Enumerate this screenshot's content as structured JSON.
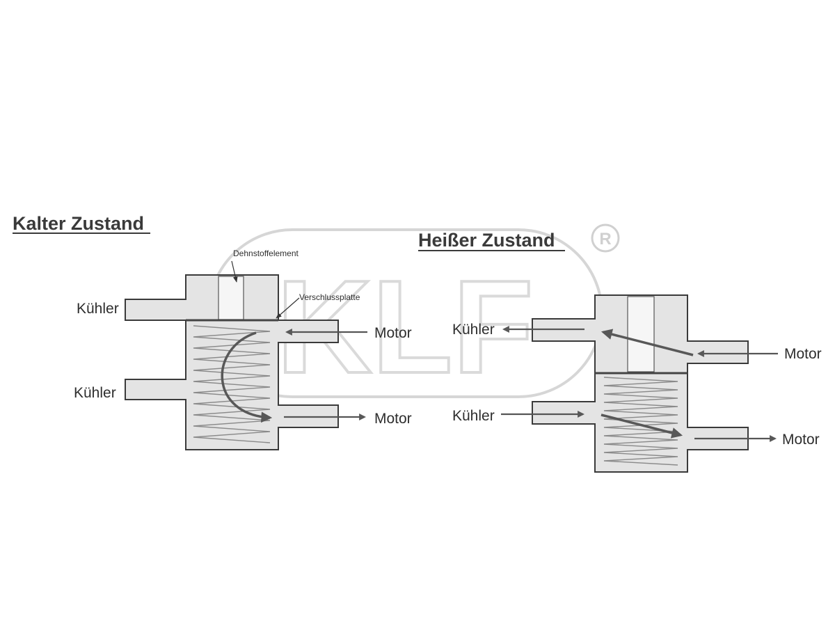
{
  "cold": {
    "title": "Kalter Zustand",
    "label_element": "Dehnstoffelement",
    "label_plate": "Verschlussplatte",
    "port_radiator_top": "Kühler",
    "port_radiator_bottom": "Kühler",
    "port_engine_top": "Motor",
    "port_engine_bottom": "Motor"
  },
  "hot": {
    "title": "Heißer Zustand",
    "port_radiator_top": "Kühler",
    "port_radiator_bottom": "Kühler",
    "port_engine_top": "Motor",
    "port_engine_bottom": "Motor"
  },
  "watermark": {
    "text": "KLF",
    "registered": "R"
  },
  "colors": {
    "body": "#e4e4e4",
    "outline": "#3a3a3a",
    "arrow": "#585858"
  }
}
